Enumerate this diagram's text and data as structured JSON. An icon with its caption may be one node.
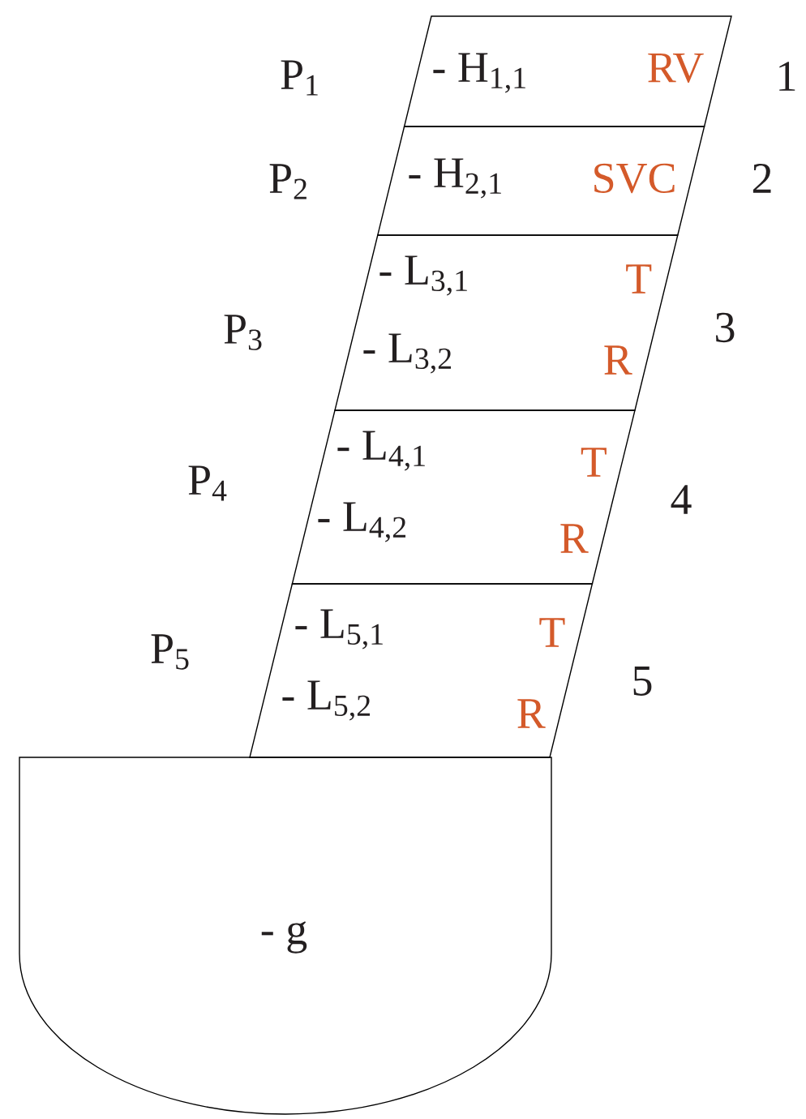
{
  "diagram": {
    "nodes": [
      {
        "text": [
          "- H$_{1,1}$",
          "RV"
        ],
        "beside": [
          "P$_{1}$",
          "1"
        ]
      },
      {
        "text": [
          "- H$_{2,1}$",
          "SVC"
        ],
        "beside": [
          "P$_{2}$",
          "2"
        ]
      },
      {
        "text": [
          "- L$_{3,1}$",
          "- L$_{3,2}$",
          "T",
          "R"
        ],
        "beside": [
          "P$_{3}$",
          "3"
        ]
      },
      {
        "text": [
          "- L$_{4,1}$",
          "- L$_{4,2}$",
          "T",
          "R"
        ],
        "beside": [
          "P$_{4}$",
          "4"
        ]
      },
      {
        "text": [
          "- L$_{5,1}$",
          "- L$_{5,2}$",
          "T",
          "R"
        ],
        "beside": [
          "P$_{5}$",
          "5"
        ]
      },
      {
        "text": [
          "- g"
        ]
      }
    ]
  }
}
